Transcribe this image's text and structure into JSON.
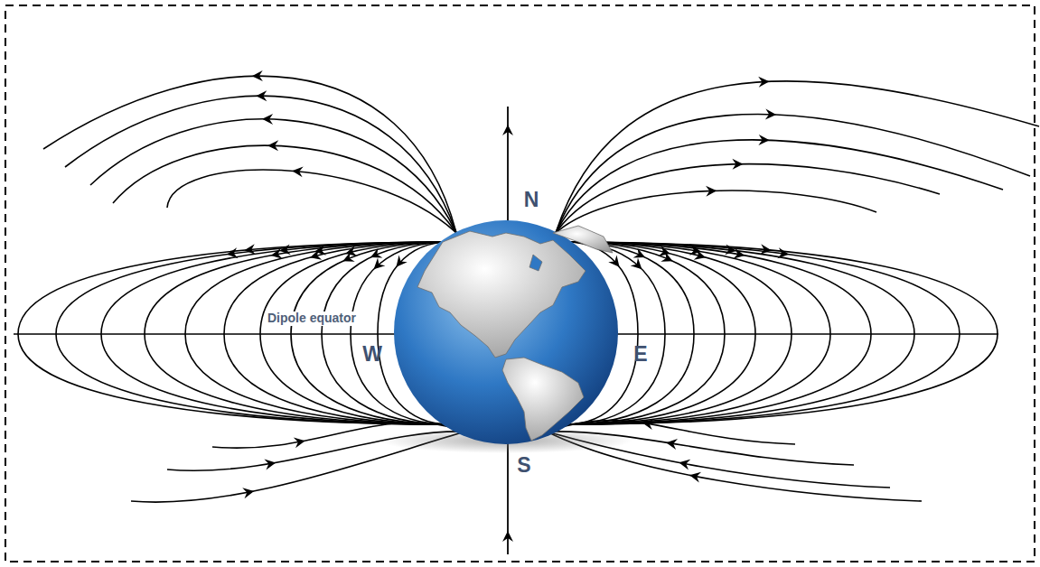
{
  "diagram": {
    "labels": [
      "N",
      "Dipole equator",
      "W",
      "E",
      "S"
    ]
  }
}
